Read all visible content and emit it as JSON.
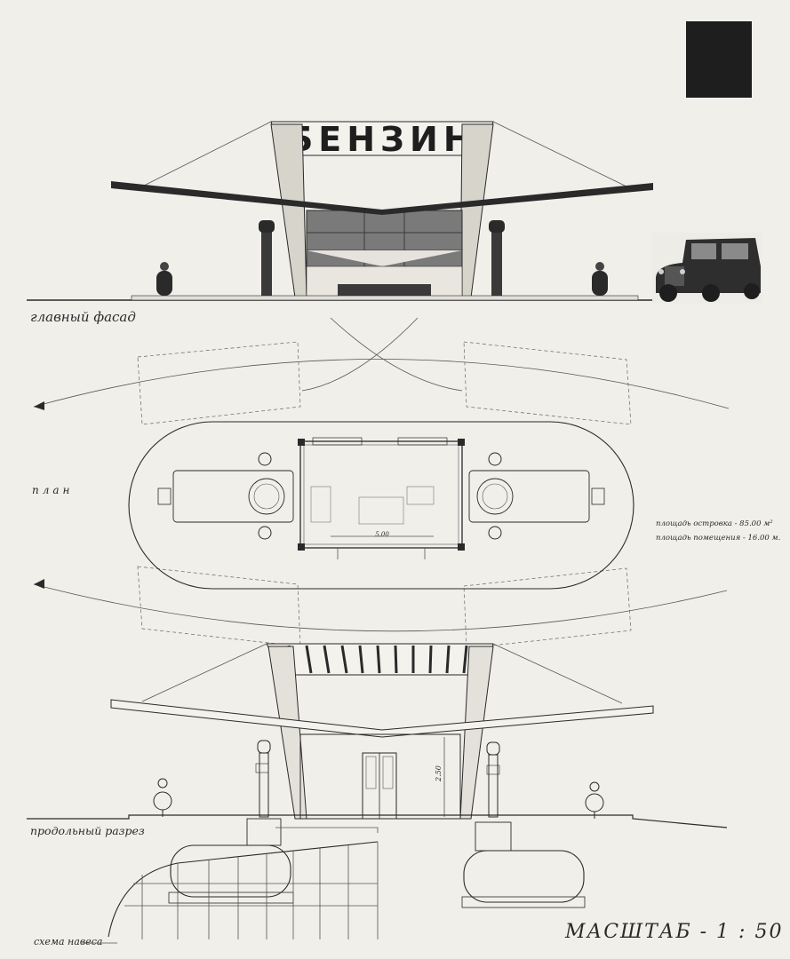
{
  "facade": {
    "sign": "БЕНЗИН",
    "label": "главный фасад"
  },
  "plan": {
    "label": "план",
    "area_island": "площадь островка - 85.00 м²",
    "area_room": "площадь помещения - 16.00 м.",
    "dimension": "5.00"
  },
  "section": {
    "label": "продольный разрез",
    "height_mark": "2.50"
  },
  "scheme": {
    "label": "схема навеса"
  },
  "scale": {
    "label": "МАСШТАБ - 1 : 50"
  },
  "colors": {
    "ink": "#2a2a2a",
    "paper": "#f1efea",
    "glass": "#6f6f6f",
    "dark": "#1e1e1e"
  }
}
